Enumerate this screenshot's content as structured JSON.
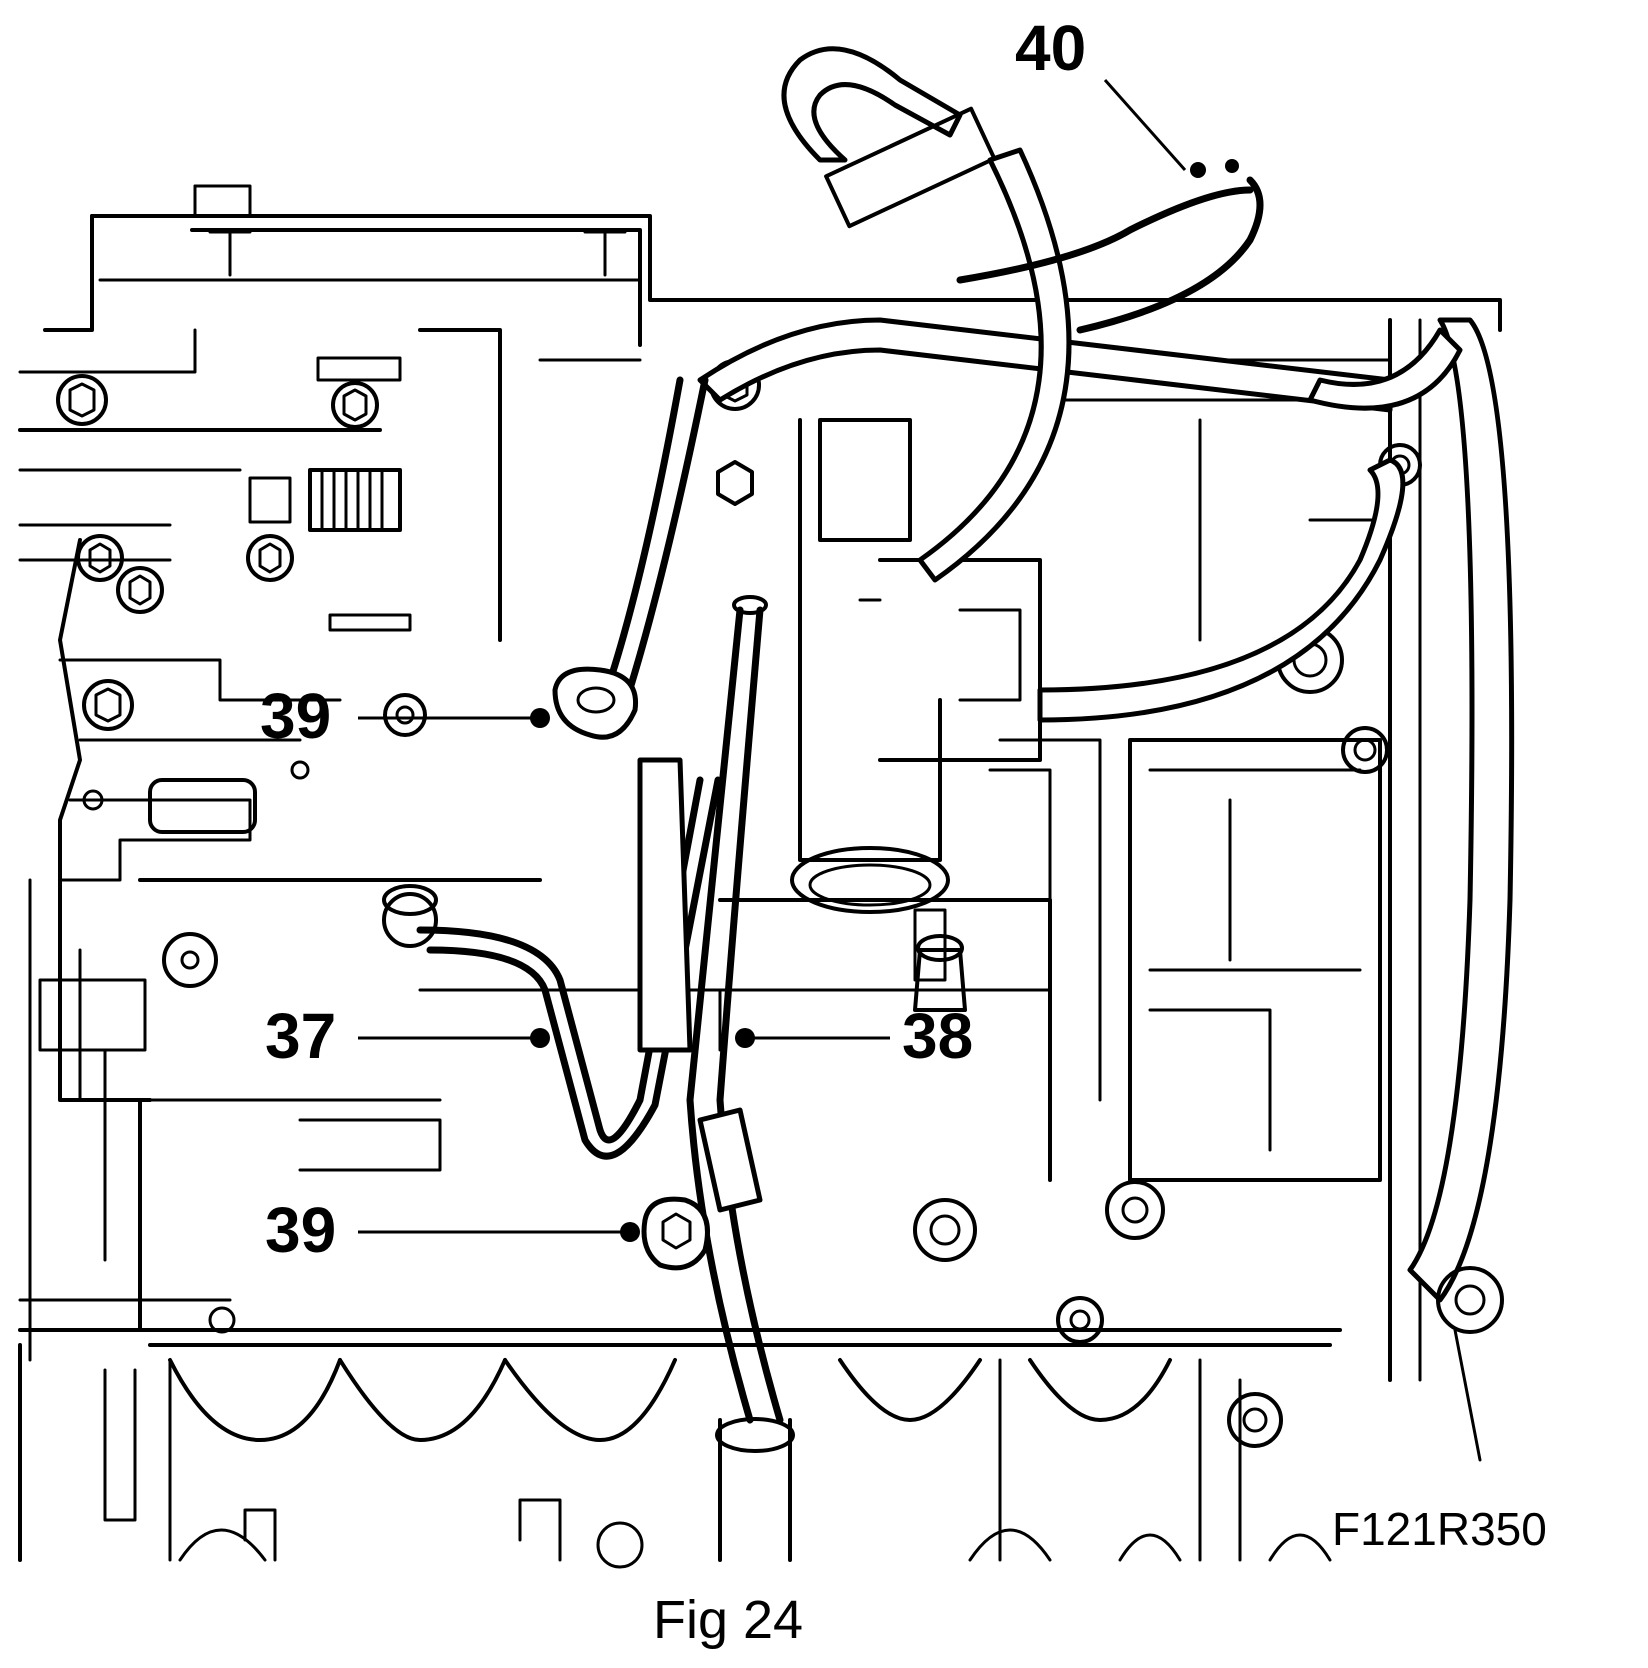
{
  "figure": {
    "caption": "Fig 24",
    "reference_code": "F121R350"
  },
  "callouts": [
    {
      "id": "c40",
      "label": "40"
    },
    {
      "id": "c39a",
      "label": "39"
    },
    {
      "id": "c37",
      "label": "37"
    },
    {
      "id": "c38",
      "label": "38"
    },
    {
      "id": "c39b",
      "label": "39"
    }
  ],
  "colors": {
    "ink": "#000000",
    "paper": "#ffffff"
  }
}
